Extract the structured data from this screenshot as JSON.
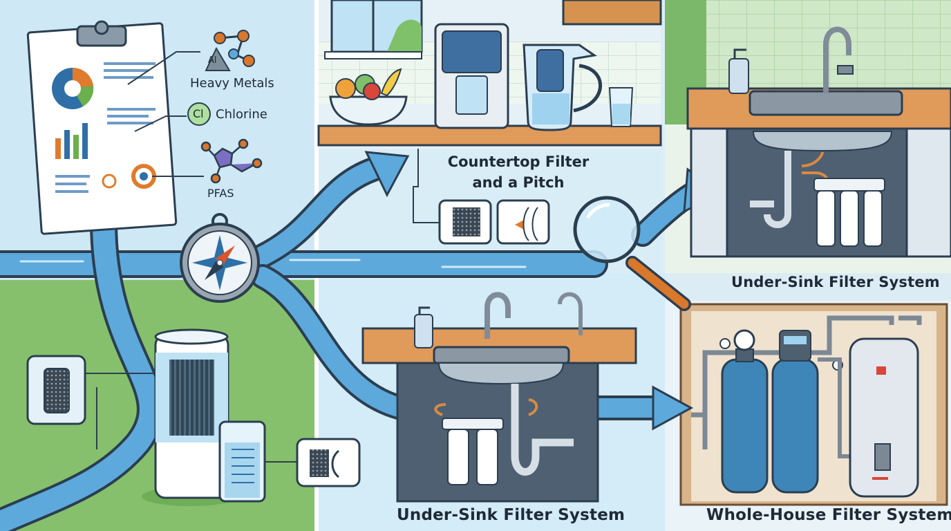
{
  "contaminants": {
    "heavy_metals": {
      "symbol": "Al",
      "label": "Heavy Metals"
    },
    "chlorine": {
      "symbol": "Cl",
      "label": "Chlorine"
    },
    "pfas": {
      "label": "PFAS"
    }
  },
  "options": {
    "countertop": {
      "line1": "Countertop Filter",
      "line2": "and a Pitch"
    },
    "undersink_top": {
      "label": "Under-Sink Filter System"
    },
    "undersink_bottom": {
      "label": "Under-Sink Filter System"
    },
    "whole_house": {
      "label": "Whole-House Filter System"
    }
  },
  "colors": {
    "water": "#5da9dc",
    "outline": "#2b3e50",
    "grass": "#86c06c",
    "counter": "#e09a5a",
    "filter_tank": "#3f86b8"
  },
  "icons": [
    "clipboard-report-icon",
    "molecule-icon",
    "compass-icon",
    "magnifier-icon",
    "filter-cartridge-icon"
  ]
}
